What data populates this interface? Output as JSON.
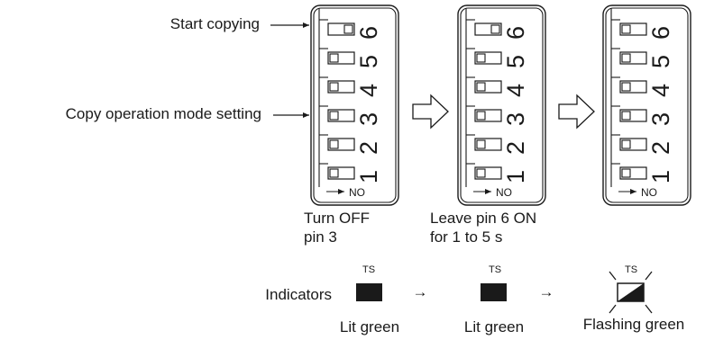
{
  "callouts": {
    "start_copying": "Start copying",
    "copy_mode": "Copy operation mode setting"
  },
  "switch_panel": {
    "pins": [
      "1",
      "2",
      "3",
      "4",
      "5",
      "6"
    ],
    "on_label": "NO"
  },
  "steps": [
    {
      "caption_line1": "Turn OFF",
      "caption_line2": "pin 3",
      "pin_states": {
        "1": "off",
        "2": "off",
        "3": "off",
        "4": "off",
        "5": "off",
        "6": "on"
      }
    },
    {
      "caption_line1": "Leave pin 6 ON",
      "caption_line2": "for 1 to 5 s",
      "pin_states": {
        "1": "off",
        "2": "off",
        "3": "off",
        "4": "off",
        "5": "off",
        "6": "on"
      }
    },
    {
      "caption_line1": "",
      "caption_line2": "",
      "pin_states": {
        "1": "off",
        "2": "off",
        "3": "off",
        "4": "off",
        "5": "off",
        "6": "off"
      }
    }
  ],
  "indicators": {
    "label": "Indicators",
    "led_name": "TS",
    "states": [
      {
        "label": "Lit green",
        "mode": "lit"
      },
      {
        "label": "Lit green",
        "mode": "lit"
      },
      {
        "label": "Flashing green",
        "mode": "flashing"
      }
    ],
    "arrow_glyph": "→"
  }
}
